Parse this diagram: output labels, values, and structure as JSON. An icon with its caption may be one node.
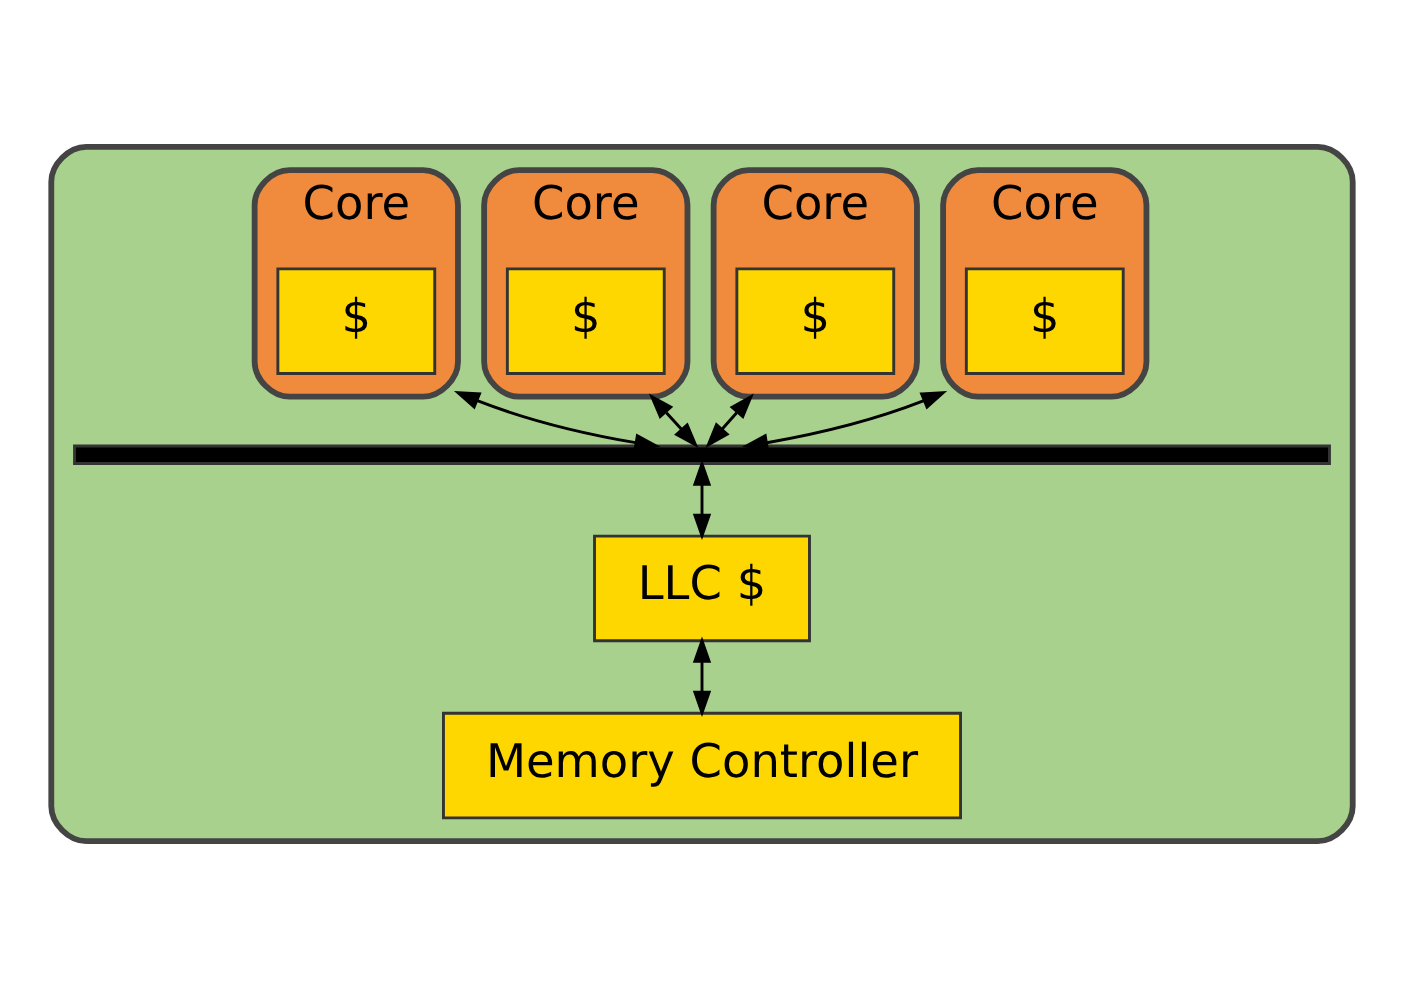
{
  "diagram": {
    "nodes": [
      {
        "text": [],
        "shape": "box"
      },
      {
        "text": [
          "Core"
        ],
        "in": 0
      },
      {
        "text": [
          "$"
        ],
        "in": 1
      },
      {
        "text": [
          "Core"
        ],
        "in": 0
      },
      {
        "text": [
          "$"
        ],
        "in": 3
      },
      {
        "text": [
          "Core"
        ],
        "in": 0
      },
      {
        "text": [
          "$"
        ],
        "in": 5
      },
      {
        "text": [
          "Core"
        ],
        "in": 0
      },
      {
        "text": [
          "$"
        ],
        "in": 7
      },
      {
        "text": [],
        "shape": "bar",
        "in": 0
      },
      {
        "text": [
          "LLC $"
        ],
        "in": 0
      },
      {
        "text": [
          "Memory Controller"
        ],
        "in": 0
      }
    ],
    "edges": [
      {
        "from": 1,
        "to": 9,
        "arrow": "both"
      },
      {
        "from": 3,
        "to": 9,
        "arrow": "both"
      },
      {
        "from": 5,
        "to": 9,
        "arrow": "both"
      },
      {
        "from": 7,
        "to": 9,
        "arrow": "both"
      },
      {
        "from": 9,
        "to": 10,
        "arrow": "both"
      },
      {
        "from": 10,
        "to": 11,
        "arrow": "both"
      }
    ]
  }
}
